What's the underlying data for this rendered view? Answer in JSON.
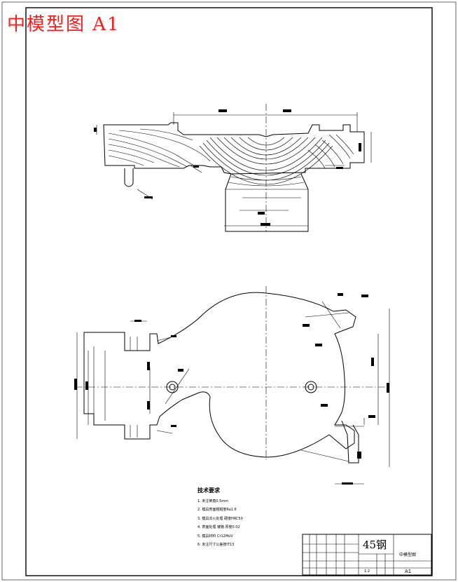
{
  "title": "中模型图 A1",
  "technical_requirements": {
    "heading": "技术要求",
    "items": [
      "1. 未注倒角0.5mm",
      "2. 模具表面粗糙度Ra1.6",
      "3. 模具淬火处理 硬度HRC50",
      "4. 表面处理 镀铬 厚度0.02",
      "5. 模具材料 Cr12MoV",
      "6. 未注尺寸公差按IT13"
    ]
  },
  "title_block": {
    "material": "45钢",
    "drawing_name": "中模型图",
    "sheet_format": "A1",
    "scale": "1:2"
  }
}
